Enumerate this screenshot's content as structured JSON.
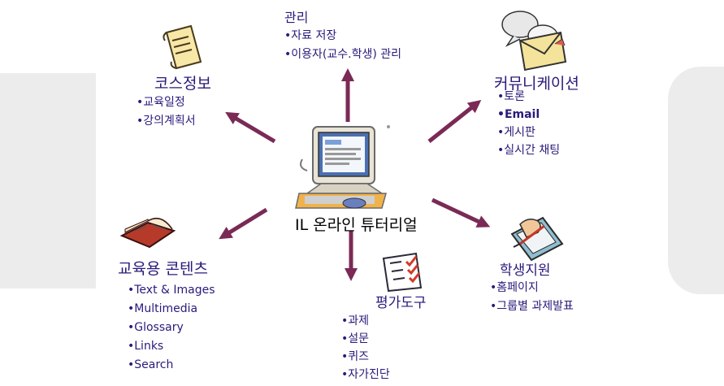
{
  "center": {
    "label": "IL 온라인 튜터리얼"
  },
  "admin": {
    "title": "관리",
    "items": [
      "•자료 저장",
      "•이용자(교수.학생) 관리"
    ]
  },
  "course": {
    "title": "코스정보",
    "items": [
      "•교육일정",
      "•강의계획서"
    ]
  },
  "communication": {
    "title": "커뮤니케이션",
    "items": [
      "•토론",
      "•Email",
      "•게시판",
      "•실시간 채팅"
    ]
  },
  "content": {
    "title": "교육용 콘텐츠",
    "items": [
      "•Text & Images",
      "•Multimedia",
      "•Glossary",
      "•Links",
      "•Search"
    ]
  },
  "evaluation": {
    "title": "평가도구",
    "items": [
      "•과제",
      "•설문",
      "•퀴즈",
      "•자가진단"
    ]
  },
  "student": {
    "title": "학생지원",
    "items": [
      "•홈페이지",
      "•그룹별 과제발표"
    ]
  },
  "colors": {
    "text": "#2a1a7a",
    "arrow": "#7a2a55",
    "background_shape": "#ececec"
  }
}
